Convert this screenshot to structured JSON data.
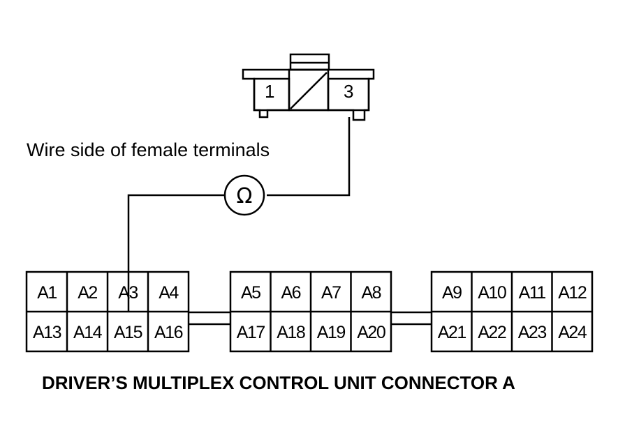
{
  "small_connector": {
    "terminals": [
      "1",
      "3"
    ]
  },
  "note": "Wire side of female terminals",
  "meter_symbol": "Ω",
  "connector_a": {
    "title": "DRIVER’S MULTIPLEX CONTROL UNIT CONNECTOR A",
    "blocks": [
      {
        "top": [
          "A1",
          "A2",
          "A3",
          "A4"
        ],
        "bottom": [
          "A13",
          "A14",
          "A15",
          "A16"
        ]
      },
      {
        "top": [
          "A5",
          "A6",
          "A7",
          "A8"
        ],
        "bottom": [
          "A17",
          "A18",
          "A19",
          "A20"
        ]
      },
      {
        "top": [
          "A9",
          "A10",
          "A11",
          "A12"
        ],
        "bottom": [
          "A21",
          "A22",
          "A23",
          "A24"
        ]
      }
    ]
  }
}
